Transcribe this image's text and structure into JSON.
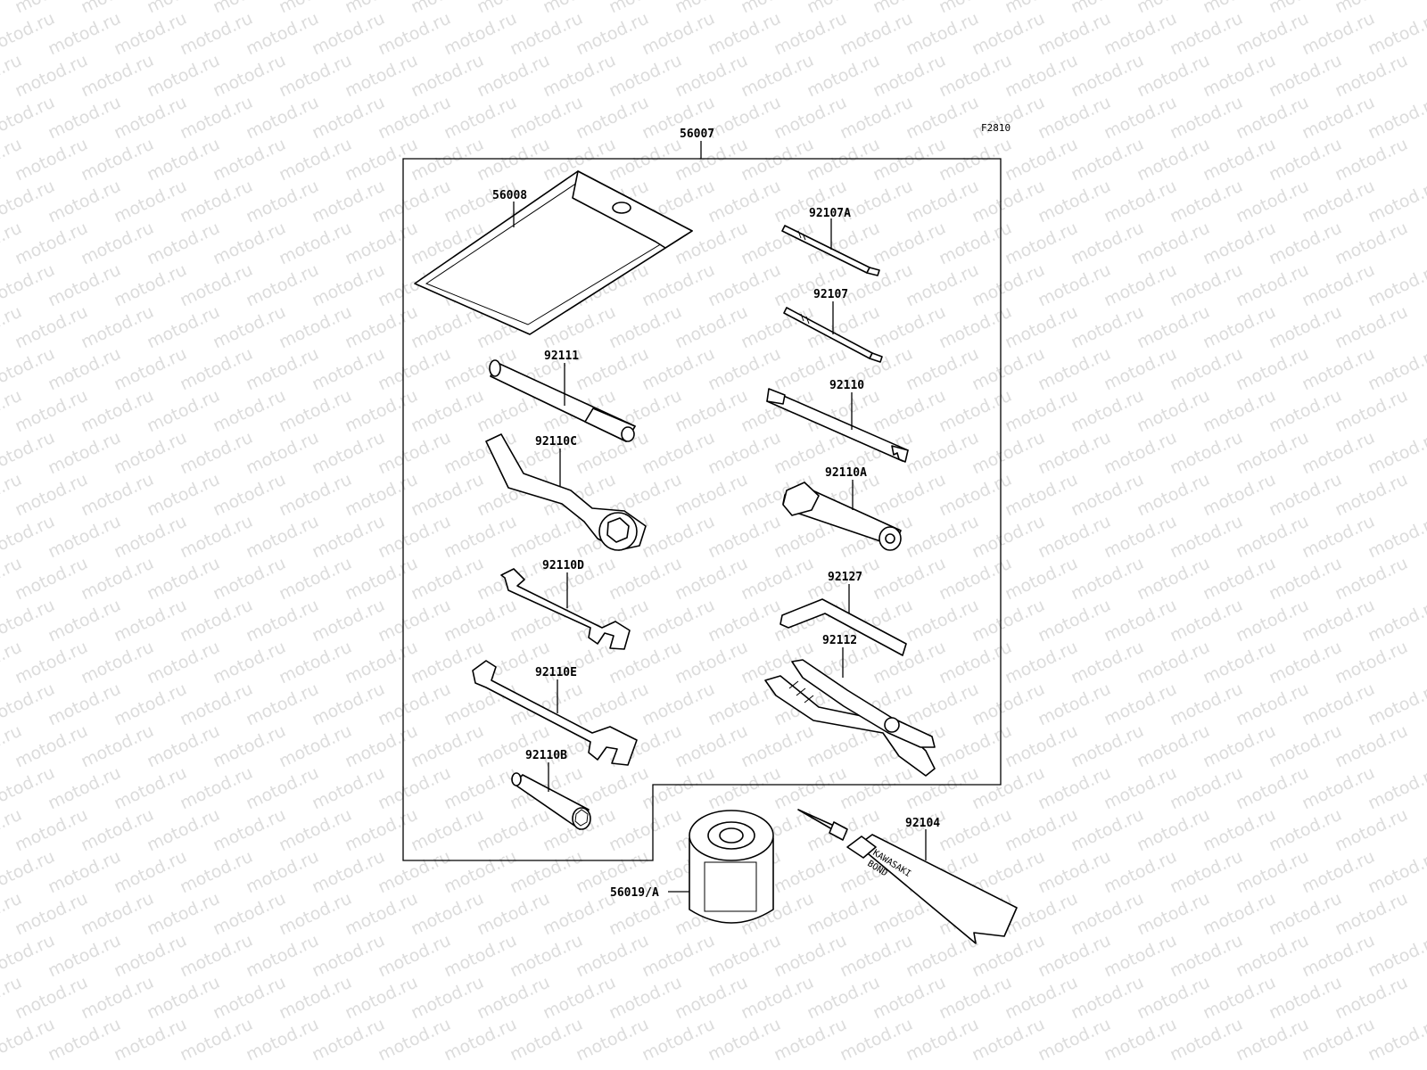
{
  "figure_code": "F2810",
  "watermark_text": "motod.ru",
  "labels": {
    "kit": "56007",
    "pouch": "56008",
    "screwdriver_a": "92107A",
    "screwdriver": "92107",
    "bar_92111": "92111",
    "spanner_92110": "92110",
    "box_wrench_c": "92110C",
    "plug_wrench_a": "92110A",
    "wrench_d": "92110D",
    "hex_key": "92127",
    "wrench_e": "92110E",
    "pliers": "92112",
    "socket_b": "92110B",
    "oil_filter": "56019/A",
    "bond_tube": "92104"
  },
  "tube_print": {
    "brand": "KAWASAKI",
    "product": "BOND"
  }
}
